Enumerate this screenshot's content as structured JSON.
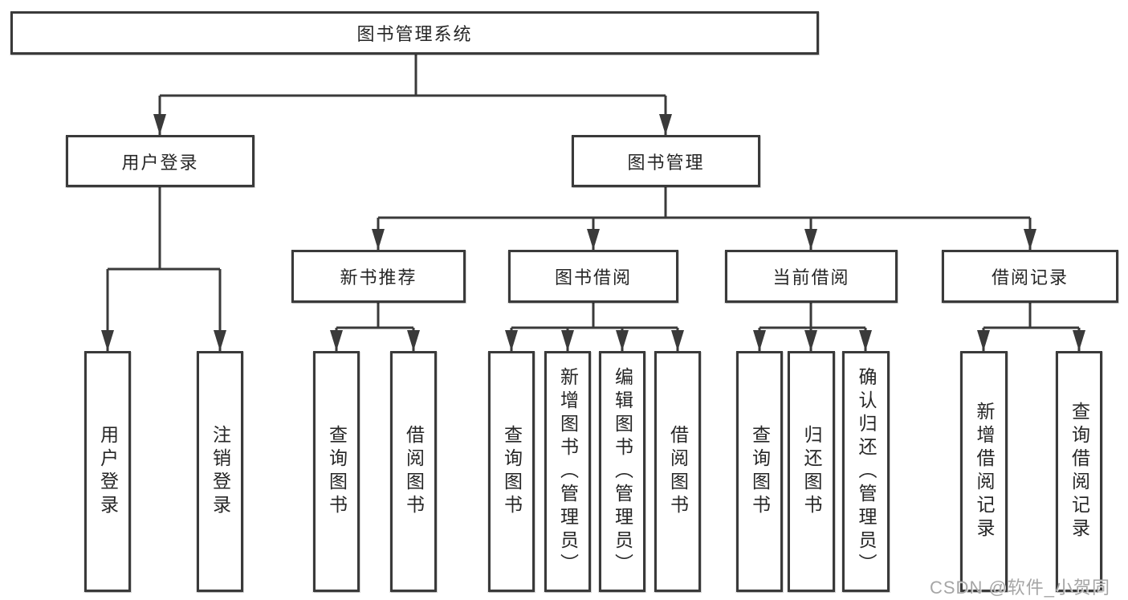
{
  "diagram": {
    "title": "图书管理系统",
    "colors": {
      "line": "#3a3a3a",
      "box_border": "#3a3a3a",
      "box_fill": "#ffffff",
      "text": "#262626",
      "watermark_text": "#a6a6a6"
    },
    "root": {
      "label": "图书管理系统"
    },
    "level2": [
      {
        "label": "用户登录"
      },
      {
        "label": "图书管理"
      }
    ],
    "level3": [
      {
        "label": "新书推荐"
      },
      {
        "label": "图书借阅"
      },
      {
        "label": "当前借阅"
      },
      {
        "label": "借阅记录"
      }
    ],
    "leaves": {
      "login": [
        "用户登录",
        "注销登录"
      ],
      "recommend": [
        "查询图书",
        "借阅图书"
      ],
      "borrow": [
        "查询图书",
        "新增图书（管理员）",
        "编辑图书（管理员）",
        "借阅图书"
      ],
      "current": [
        "查询图书",
        "归还图书",
        "确认归还（管理员）"
      ],
      "records": [
        "新增借阅记录",
        "查询借阅记录"
      ]
    },
    "watermark": "CSDN @软件_小贺同学"
  }
}
